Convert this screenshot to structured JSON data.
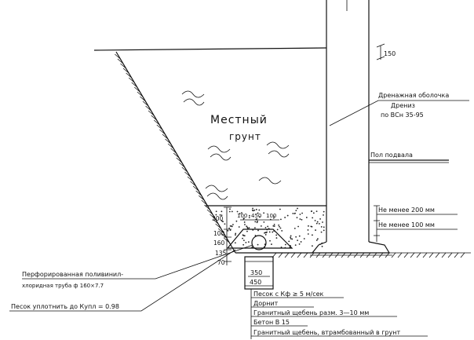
{
  "soil_label": {
    "line1": "Местный",
    "line2": "грунт"
  },
  "top_dimension": "150",
  "drain_shell": {
    "line1": "Дренажная оболочка",
    "line2": "Дрениз",
    "line3": "по ВСн 35-95"
  },
  "basement_floor": "Пол подвала",
  "min_200": "Не менее 200 мм",
  "min_100": "Не менее 100 мм",
  "left_dimensions": [
    "300",
    "100",
    "160",
    "135",
    "70"
  ],
  "top_fill_dimensions": [
    "100",
    "450",
    "100"
  ],
  "base_dimensions": [
    "350",
    "450"
  ],
  "pipe_label": {
    "line1": "Перфорированная поливинил-",
    "line2": "хлоридная труба ф 160×7.7"
  },
  "sand_label": "Песок уплотнить до Купл = 0.98",
  "layers": [
    "Песок с Кф ≥ 5 м/сек",
    "Дорнит",
    "Гранитный щебень разм. 3—10 мм",
    "Бетон В 15",
    "Гранитный щебень, втрамбованный в грунт"
  ]
}
